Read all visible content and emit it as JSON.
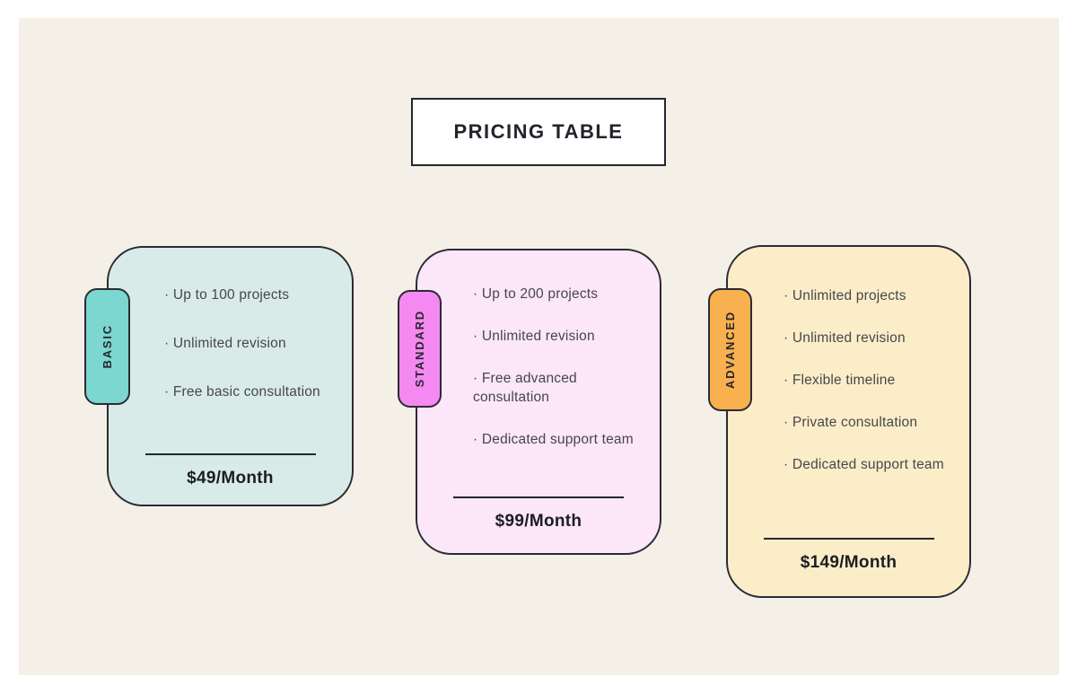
{
  "page": {
    "outer_background": "#ffffff",
    "canvas_background": "#f5f0e7",
    "border_color": "#26262e"
  },
  "title": "PRICING TABLE",
  "plans": [
    {
      "name": "BASIC",
      "tab_color": "#7bd7cf",
      "card_color": "#d9ebe9",
      "features": [
        "· Up to 100 projects",
        "· Unlimited revision",
        "· Free basic consultation"
      ],
      "price": "$49/Month"
    },
    {
      "name": "STANDARD",
      "tab_color": "#f489f1",
      "card_color": "#fbe6fa",
      "features": [
        "· Up to 200 projects",
        "· Unlimited revision",
        "· Free advanced consultation",
        "· Dedicated support team"
      ],
      "price": "$99/Month"
    },
    {
      "name": "ADVANCED",
      "tab_color": "#f9b04e",
      "card_color": "#fbedc8",
      "features": [
        "· Unlimited projects",
        "· Unlimited revision",
        "· Flexible timeline",
        "· Private consultation",
        "· Dedicated support team"
      ],
      "price": "$149/Month"
    }
  ]
}
